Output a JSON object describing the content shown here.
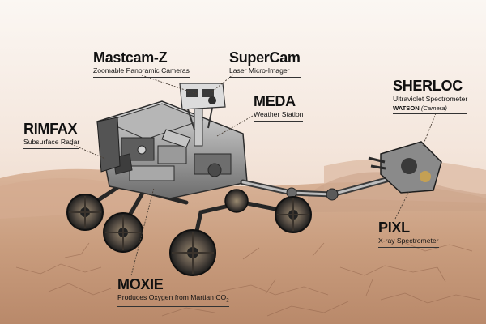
{
  "instruments": [
    {
      "id": "mastcam",
      "name": "Mastcam-Z",
      "desc": "Zoomable Panoramic Cameras"
    },
    {
      "id": "supercam",
      "name": "SuperCam",
      "desc": "Laser Micro-Imager"
    },
    {
      "id": "meda",
      "name": "MEDA",
      "desc": "Weather Station"
    },
    {
      "id": "rimfax",
      "name": "RIMFAX",
      "desc": "Subsurface Radar"
    },
    {
      "id": "sherloc",
      "name": "SHERLOC",
      "desc": "Ultraviolet Spectrometer",
      "extra": "WATSON",
      "extra_note": "(Camera)"
    },
    {
      "id": "pixl",
      "name": "PIXL",
      "desc": "X-ray Spectrometer"
    },
    {
      "id": "moxie",
      "name": "MOXIE",
      "desc": "Produces Oxygen from Martian CO",
      "desc_sub": "2"
    }
  ],
  "colors": {
    "sky": "#f8f2ec",
    "ground": "#c89c7d",
    "ground_dark": "#a9775a",
    "rover_metal": "#8f8f8f",
    "rover_dark": "#3a3a3a",
    "leader": "#5a4a3a"
  }
}
